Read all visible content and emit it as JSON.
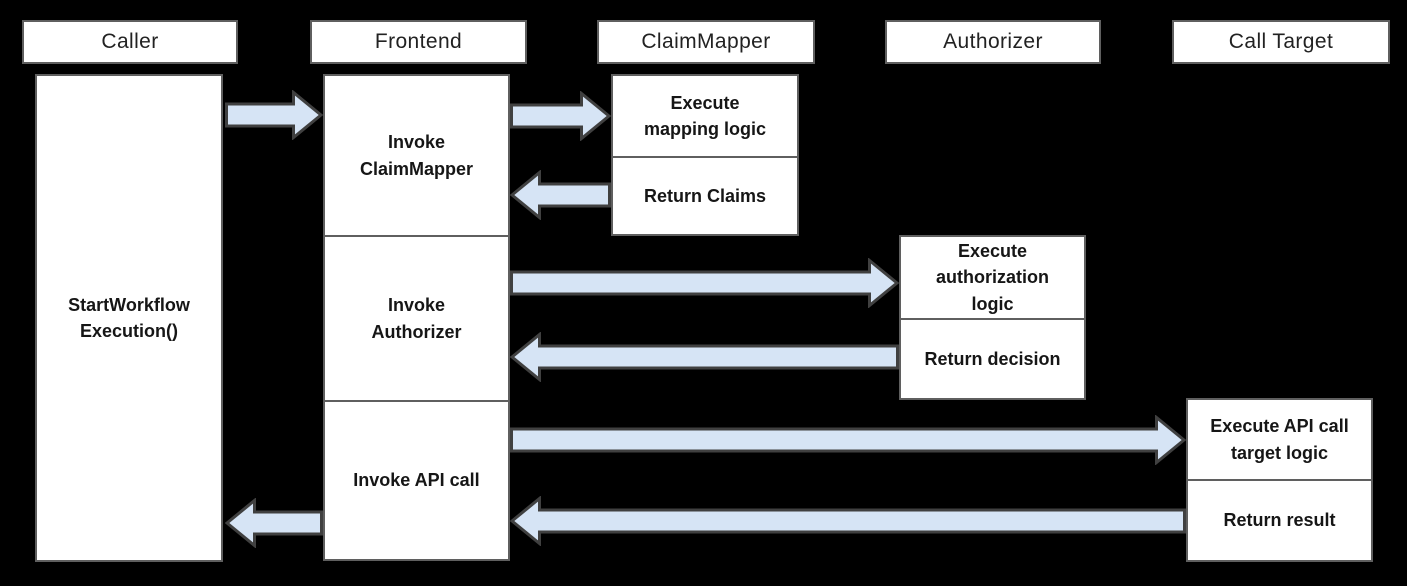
{
  "diagram_type": "sequence-flow",
  "colors": {
    "background": "#000000",
    "box_fill": "#ffffff",
    "box_border": "#5f5f5f",
    "arrow_fill": "#d6e4f5",
    "arrow_outline": "#404040",
    "text": "#161616"
  },
  "columns": {
    "caller": {
      "header": "Caller",
      "activation": "StartWorkflow\nExecution()"
    },
    "frontend": {
      "header": "Frontend",
      "steps": [
        "Invoke\nClaimMapper",
        "Invoke\nAuthorizer",
        "Invoke API call"
      ]
    },
    "claim_mapper": {
      "header": "ClaimMapper",
      "execute": "Execute\nmapping logic",
      "return": "Return Claims"
    },
    "authorizer": {
      "header": "Authorizer",
      "execute": "Execute\nauthorization\nlogic",
      "return": "Return decision"
    },
    "call_target": {
      "header": "Call Target",
      "execute": "Execute API call\ntarget logic",
      "return": "Return result"
    }
  },
  "flows": [
    {
      "from": "Caller",
      "to": "Frontend",
      "direction": "right"
    },
    {
      "from": "Frontend",
      "to": "ClaimMapper",
      "direction": "right"
    },
    {
      "from": "ClaimMapper",
      "to": "Frontend",
      "direction": "left"
    },
    {
      "from": "Frontend",
      "to": "Authorizer",
      "direction": "right"
    },
    {
      "from": "Authorizer",
      "to": "Frontend",
      "direction": "left"
    },
    {
      "from": "Frontend",
      "to": "Call Target",
      "direction": "right"
    },
    {
      "from": "Call Target",
      "to": "Frontend",
      "direction": "left"
    },
    {
      "from": "Frontend",
      "to": "Caller",
      "direction": "left"
    }
  ]
}
